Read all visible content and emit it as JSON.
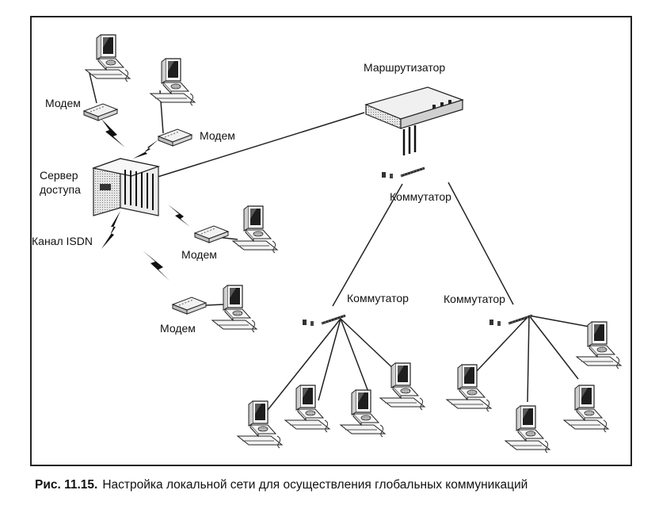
{
  "labels": {
    "router": "Маршрутизатор",
    "modem": "Модем",
    "server": "Сервер\nдоступа",
    "isdn": "Канал ISDN",
    "switch": "Коммутатор"
  },
  "caption": {
    "number": "Рис. 11.15.",
    "text": "Настройка локальной сети для осуществления глобальных коммуникаций"
  }
}
